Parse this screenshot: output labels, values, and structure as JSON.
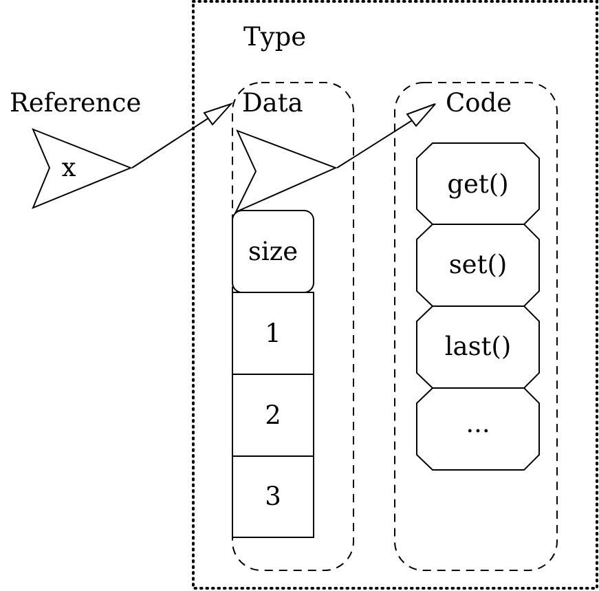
{
  "diagram": {
    "type_label": "Type",
    "reference": {
      "label": "Reference",
      "variable": "x"
    },
    "data": {
      "label": "Data",
      "header": "size",
      "items": [
        "1",
        "2",
        "3"
      ]
    },
    "code": {
      "label": "Code",
      "methods": [
        "get()",
        "set()",
        "last()",
        "..."
      ]
    }
  }
}
